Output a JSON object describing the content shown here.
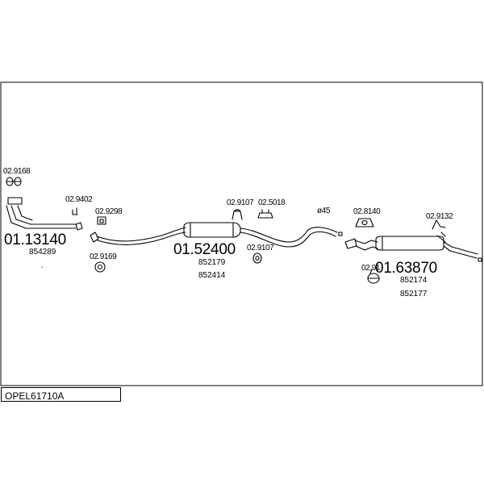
{
  "title": "OPEL61710A",
  "parts": {
    "front_pipe": {
      "number": "01.13140",
      "ref": "854289"
    },
    "middle_silencer": {
      "number": "01.52400",
      "refs": [
        "852179",
        "852414"
      ]
    },
    "rear_silencer": {
      "number": "01.63870",
      "refs": [
        "852174",
        "852177"
      ]
    }
  },
  "accessories": {
    "a9168": "02.9168",
    "a9402": "02.9402",
    "a9298": "02.9298",
    "a9169": "02.9169",
    "a9107_top": "02.9107",
    "a5018": "02.5018",
    "a9107_bottom": "02.9107",
    "a45": "ø45",
    "a8140": "02.8140",
    "a9132": "02.9132",
    "a91xx": "02.91"
  },
  "stroke_color": "#000000",
  "background": "#ffffff"
}
